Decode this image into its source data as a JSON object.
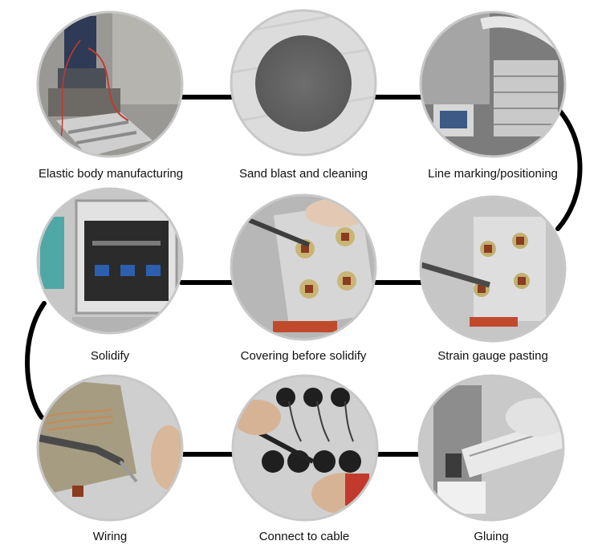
{
  "colors": {
    "connector": "#000000",
    "ring": "#c8c8c8",
    "label": "#111111"
  },
  "steps": [
    {
      "label": "Elastic body manufacturing",
      "icon": "press-machine-photo"
    },
    {
      "label": "Sand blast and cleaning",
      "icon": "blasted-disc-photo"
    },
    {
      "label": "Line marking/positioning",
      "icon": "marked-blocks-photo"
    },
    {
      "label": "Strain gauge pasting",
      "icon": "tweezers-gauge-photo"
    },
    {
      "label": "Covering before solidify",
      "icon": "covering-film-photo"
    },
    {
      "label": "Solidify",
      "icon": "curing-oven-photo"
    },
    {
      "label": "Wiring",
      "icon": "soldering-iron-photo"
    },
    {
      "label": "Connect to cable",
      "icon": "cable-connect-photo"
    },
    {
      "label": "Gluing",
      "icon": "glue-tube-photo"
    }
  ]
}
